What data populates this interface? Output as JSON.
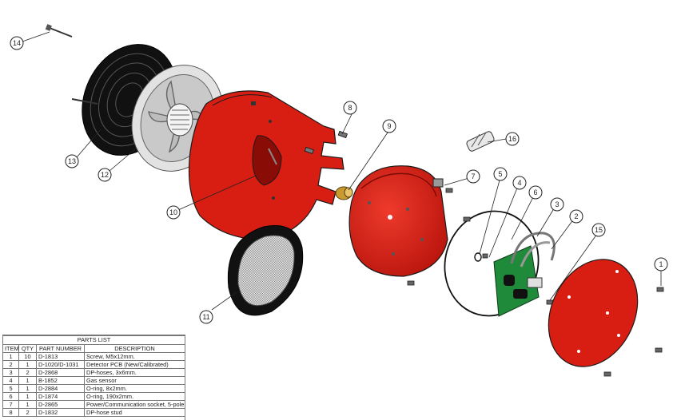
{
  "parts_list": {
    "title": "PARTS LIST",
    "headers": {
      "item": "ITEM",
      "qty": "QTY",
      "part_number": "PART NUMBER",
      "description": "DESCRIPTION"
    },
    "rows": [
      {
        "item": "1",
        "qty": "10",
        "part": "D-1813",
        "desc": "Screw, M5x12mm."
      },
      {
        "item": "2",
        "qty": "1",
        "part": "D-1020/D-1031",
        "desc": "Detector PCB (New/Calibrated)"
      },
      {
        "item": "3",
        "qty": "2",
        "part": "D-2868",
        "desc": "DP-hoses, 3x6mm."
      },
      {
        "item": "4",
        "qty": "1",
        "part": "B-1852",
        "desc": "Gas sensor"
      },
      {
        "item": "5",
        "qty": "1",
        "part": "D-2884",
        "desc": "O-ring, 8x2mm."
      },
      {
        "item": "6",
        "qty": "1",
        "part": "D-1874",
        "desc": "O-ring, 190x2mm."
      },
      {
        "item": "7",
        "qty": "1",
        "part": "D-2865",
        "desc": "Power/Communication socket, 5-pole"
      },
      {
        "item": "8",
        "qty": "2",
        "part": "D-1832",
        "desc": "DP-hose stud"
      }
    ]
  },
  "callouts": [
    "1",
    "2",
    "3",
    "4",
    "5",
    "6",
    "7",
    "8",
    "9",
    "10",
    "11",
    "12",
    "13",
    "14",
    "15",
    "16"
  ],
  "colors": {
    "housing_red": "#d81e12",
    "outline": "#1a1a1a",
    "pcb_green": "#1f8a3a",
    "fan_grey": "#d8d8d8"
  }
}
